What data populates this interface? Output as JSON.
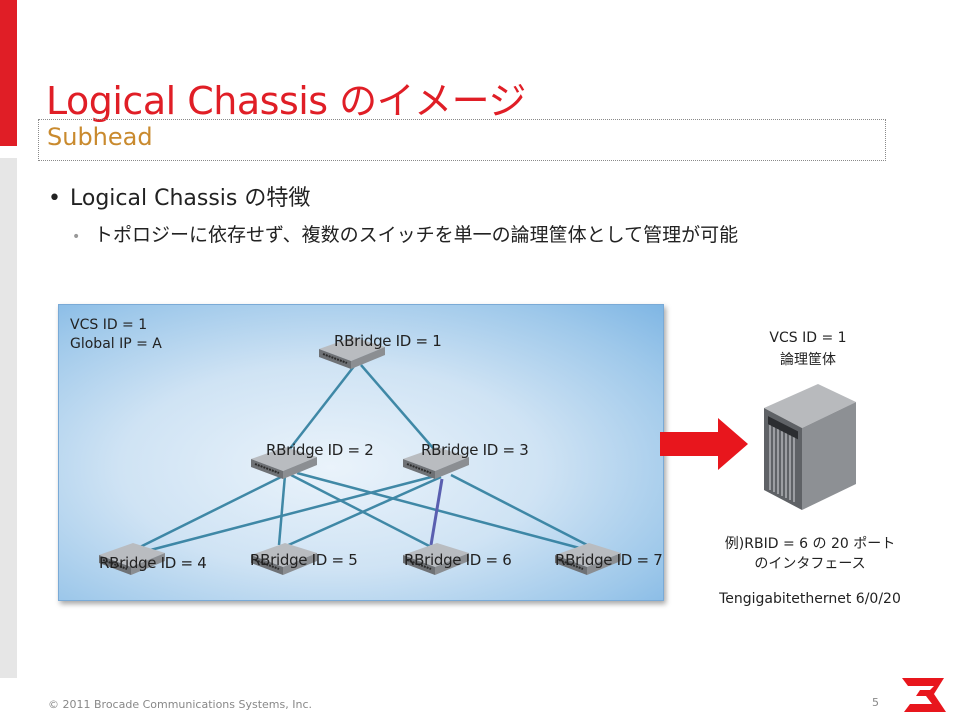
{
  "slide": {
    "title": "Logical Chassis のイメージ",
    "subhead": "Subhead",
    "bullets": [
      {
        "text": "Logical Chassis の特徴",
        "level": 1
      },
      {
        "text": "トポロジーに依存せず、複数のスイッチを単一の論理筐体として管理が可能",
        "level": 2
      }
    ],
    "bullet_glyphs": {
      "level1": "•",
      "level2": "•"
    }
  },
  "diagram": {
    "vcs_id": "VCS ID = 1",
    "global_ip": "Global IP = A",
    "nodes": [
      {
        "label": "RBridge ID = 1"
      },
      {
        "label": "RBridge ID = 2"
      },
      {
        "label": "RBridge ID = 3"
      },
      {
        "label": "RBridge ID = 4"
      },
      {
        "label": "RBridge ID = 5"
      },
      {
        "label": "RBridge ID = 6"
      },
      {
        "label": "RBridge ID = 7"
      }
    ],
    "colors": {
      "link": "#2f7e9e",
      "link_alt": "#5a5fb0",
      "arrow": "#e8161d"
    }
  },
  "right": {
    "vcs_id": "VCS ID = 1",
    "chassis_label": "論理筐体",
    "example_line1": "例)RBID = 6 の 20 ポート",
    "example_line2": "のインタフェース",
    "interface": "Tengigabitethernet 6/0/20"
  },
  "footer": {
    "copyright": "© 2011 Brocade Communications Systems, Inc.",
    "page_number": "5",
    "logo_icon": "brocade-b-logo-icon"
  }
}
